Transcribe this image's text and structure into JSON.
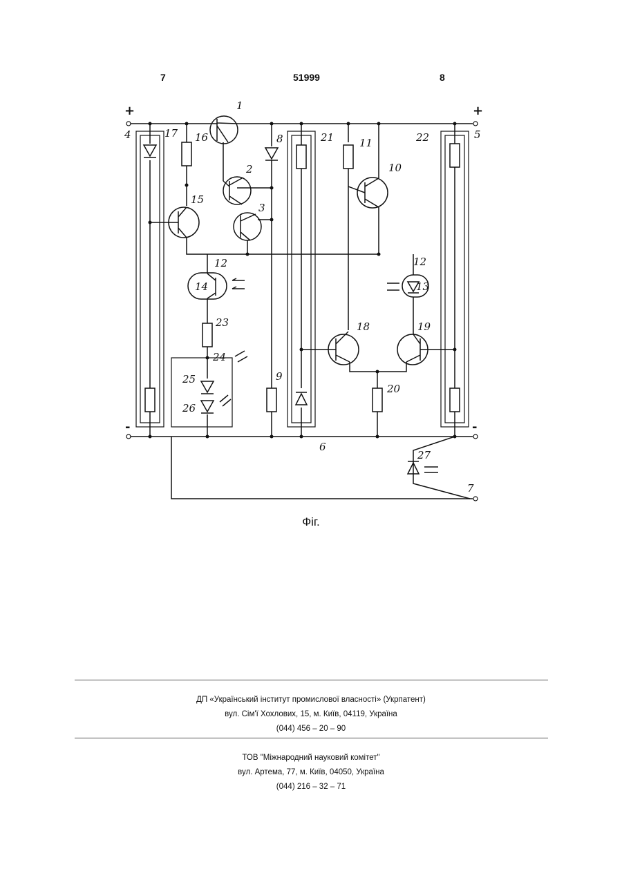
{
  "header": {
    "left_page": "7",
    "doc_number": "51999",
    "right_page": "8"
  },
  "figure": {
    "caption": "Фіг.",
    "terminals": {
      "plus": "+",
      "minus": "-"
    },
    "labels": {
      "l1": "1",
      "l2": "2",
      "l3": "3",
      "l4": "4",
      "l5": "5",
      "l6": "6",
      "l7": "7",
      "l8": "8",
      "l9": "9",
      "l10": "10",
      "l11": "11",
      "l12a": "12",
      "l12b": "12",
      "l13": "13",
      "l14": "14",
      "l15": "15",
      "l16": "16",
      "l17": "17",
      "l18": "18",
      "l19": "19",
      "l20": "20",
      "l21": "21",
      "l22": "22",
      "l23": "23",
      "l24": "24",
      "l25": "25",
      "l26": "26",
      "l27": "27"
    }
  },
  "footer": {
    "publisher": {
      "name": "ДП «Український інститут промислової власності» (Укрпатент)",
      "address": "вул. Сім'ї Хохлових, 15, м. Київ, 04119, Україна",
      "phone": "(044) 456 – 20 – 90"
    },
    "printer": {
      "name": "ТОВ \"Міжнародний науковий комітет\"",
      "address": "вул. Артема, 77, м. Київ, 04050, Україна",
      "phone": "(044) 216 – 32 – 71"
    }
  }
}
